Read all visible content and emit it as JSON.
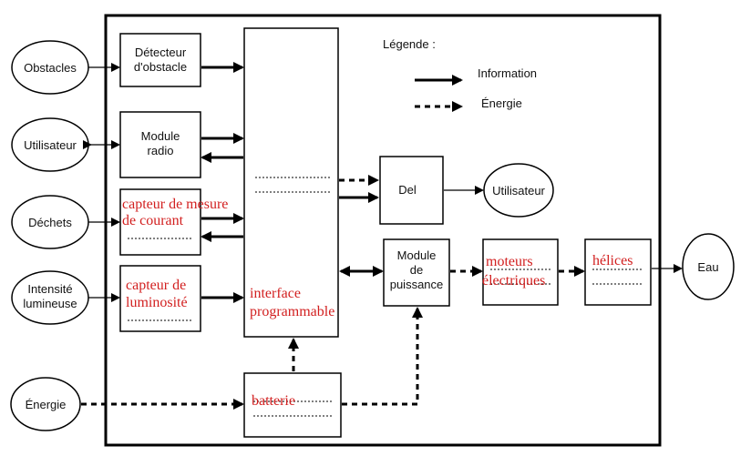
{
  "legend": {
    "title": "Légende :",
    "information": "Information",
    "energie": "Énergie"
  },
  "external": {
    "obstacles": "Obstacles",
    "utilisateur_left": "Utilisateur",
    "dechets": "Déchets",
    "intensite_line1": "Intensité",
    "intensite_line2": "lumineuse",
    "energie": "Énergie",
    "utilisateur_right": "Utilisateur",
    "eau": "Eau"
  },
  "blocks": {
    "detecteur_line1": "Détecteur",
    "detecteur_line2": "d'obstacle",
    "module_radio_line1": "Module",
    "module_radio_line2": "radio",
    "del": "Del",
    "module_puissance_line1": "Module",
    "module_puissance_line2": "de",
    "module_puissance_line3": "puissance"
  },
  "filled_labels": {
    "capteur_courant_line1": "capteur de mesure",
    "capteur_courant_line2": "de courant",
    "capteur_lum_line1": "capteur de",
    "capteur_lum_line2": "luminosité",
    "interface_line1": "interface",
    "interface_line2": "programmable",
    "batterie": "batterie",
    "moteurs_line1": "moteurs",
    "moteurs_line2": "électriques",
    "helices": "hélices"
  }
}
